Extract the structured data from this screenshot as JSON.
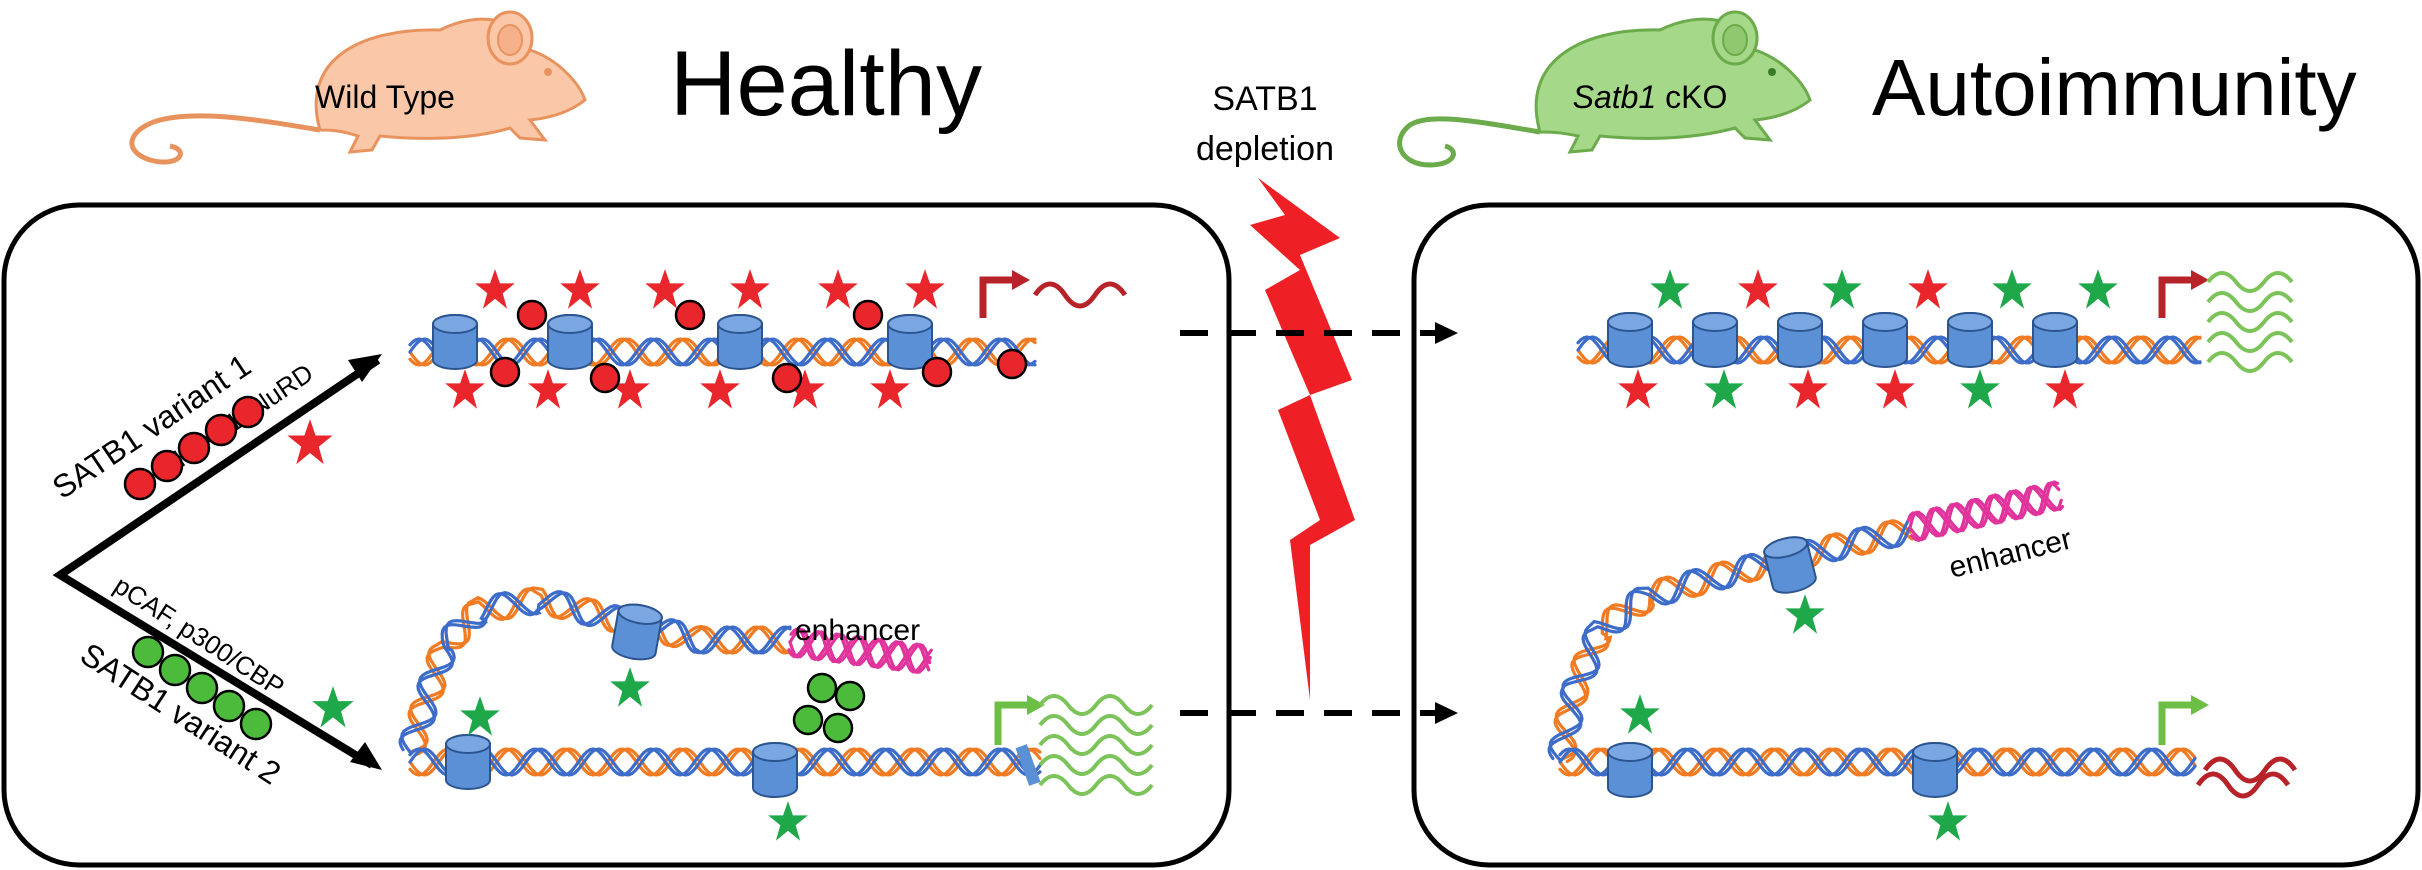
{
  "left_panel": {
    "mouse_label": "Wild Type",
    "title": "Healthy",
    "arrow_upper": {
      "variant_label": "SATB1 variant 1",
      "cofactor_label": "HDAC1, NuRD"
    },
    "arrow_lower": {
      "variant_label": "SATB1 variant 2",
      "cofactor_label": "pCAF, p300/CBP"
    },
    "enhancer_label": "enhancer"
  },
  "center": {
    "event_line1": "SATB1",
    "event_line2": "depletion"
  },
  "right_panel": {
    "mouse_label_italic": "Satb1",
    "mouse_label_rest": " cKO",
    "title": "Autoimmunity",
    "enhancer_label": "enhancer"
  },
  "colors": {
    "red_mark": "#e8262b",
    "green_mark": "#1fa84a",
    "nucleosome": "#5b8fd6",
    "dna_strand_a": "#f07b22",
    "dna_strand_b": "#3d6cc9",
    "enhancer": "#e0339c",
    "lightning": "#ee2025",
    "mouse_wt": "#fac8a8",
    "mouse_ko": "#a6d88a",
    "arrow_red": "#b8232a",
    "arrow_green": "#6cbe45"
  }
}
